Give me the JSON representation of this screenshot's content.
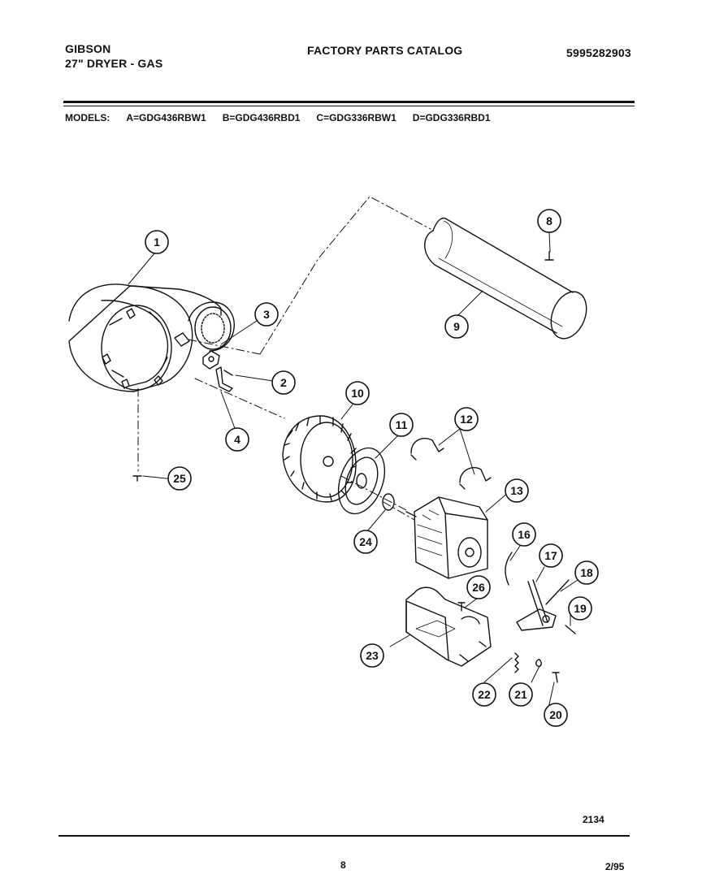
{
  "header": {
    "brand": "GIBSON",
    "product": "27\" DRYER - GAS",
    "catalog_title": "FACTORY PARTS CATALOG",
    "part_number": "5995282903"
  },
  "models": {
    "label": "MODELS:",
    "items": [
      "A=GDG436RBW1",
      "B=GDG436RBD1",
      "C=GDG336RBW1",
      "D=GDG336RBD1"
    ]
  },
  "callouts": [
    "1",
    "2",
    "3",
    "4",
    "8",
    "9",
    "10",
    "11",
    "12",
    "13",
    "16",
    "17",
    "18",
    "19",
    "20",
    "21",
    "22",
    "23",
    "24",
    "25",
    "26"
  ],
  "footer": {
    "figure_number": "2134",
    "page_number": "8",
    "date": "2/95"
  }
}
